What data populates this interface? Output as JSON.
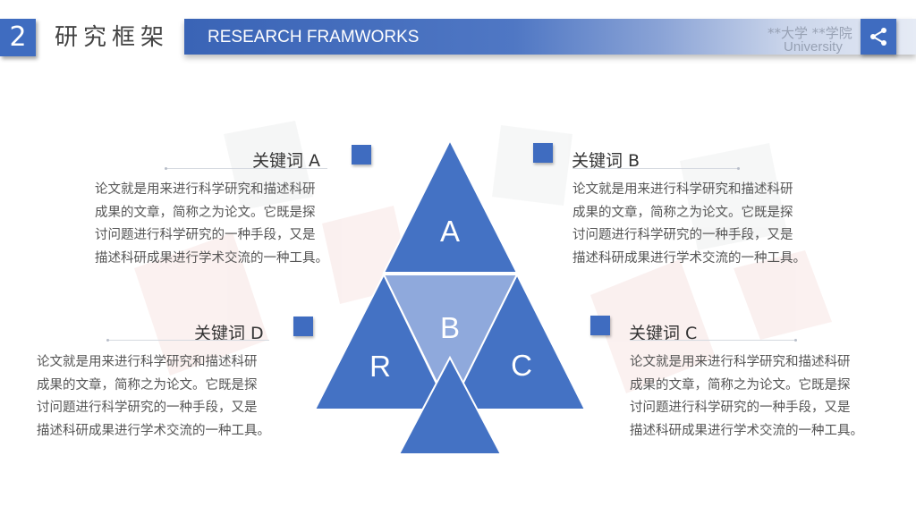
{
  "header": {
    "section_number": "2",
    "title": "研究框架",
    "subtitle": "RESEARCH FRAMWORKS",
    "university_cn": "**大学 **学院",
    "university_en": "University",
    "share_icon": "share-icon"
  },
  "diagram": {
    "label_a": "A",
    "label_b": "B",
    "label_c": "C",
    "label_r": "R",
    "color": "#4472c4",
    "center_color": "#8fa9dc"
  },
  "keywords": {
    "a": {
      "title": "关键词 A",
      "body": "论文就是用来进行科学研究和描述科研\n成果的文章，简称之为论文。它既是探\n讨问题进行科学研究的一种手段，又是\n描述科研成果进行学术交流的一种工具。"
    },
    "b": {
      "title": "关键词 B",
      "body": "论文就是用来进行科学研究和描述科研\n成果的文章，简称之为论文。它既是探\n讨问题进行科学研究的一种手段，又是\n描述科研成果进行学术交流的一种工具。"
    },
    "c": {
      "title": "关键词 C",
      "body": "论文就是用来进行科学研究和描述科研\n成果的文章，简称之为论文。它既是探\n讨问题进行科学研究的一种手段，又是\n描述科研成果进行学术交流的一种工具。"
    },
    "d": {
      "title": "关键词 D",
      "body": "论文就是用来进行科学研究和描述科研\n成果的文章，简称之为论文。它既是探\n讨问题进行科学研究的一种手段，又是\n描述科研成果进行学术交流的一种工具。"
    }
  }
}
